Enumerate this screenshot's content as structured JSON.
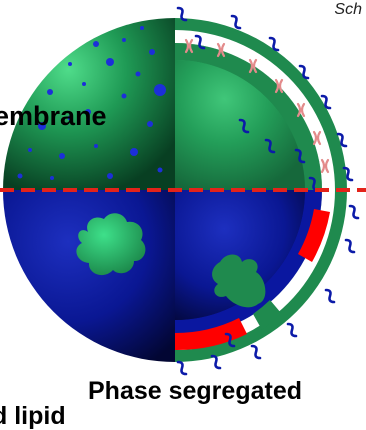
{
  "labels": {
    "membrane": "embrane",
    "scheme": "Sch",
    "phase": "Phase segregated",
    "bottom_cut": "d lipid"
  },
  "colors": {
    "green": "#1e8a4e",
    "navy": "#08148a",
    "divider": "#e3231a",
    "blue_dots": "#1c2fd9",
    "stripe_red": "#ff0000",
    "lipid_pink": "#e38b8b"
  }
}
